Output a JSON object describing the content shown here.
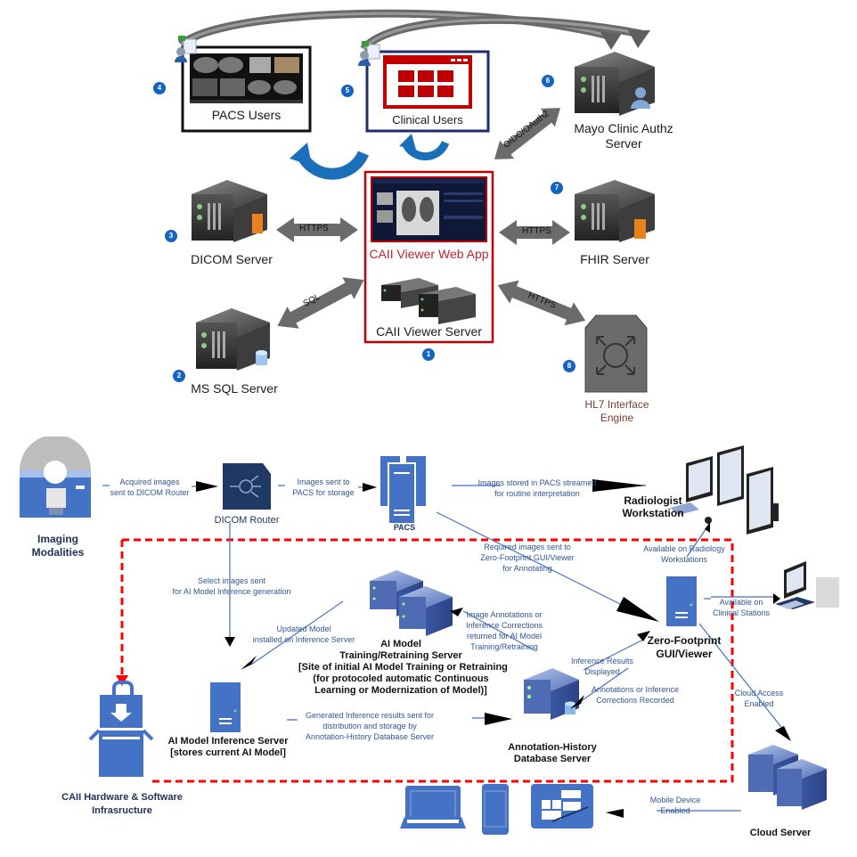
{
  "top_diagram": {
    "nodes": {
      "caii_viewer_web_app": "CAII Viewer Web App",
      "caii_viewer_server": "CAII Viewer Server",
      "ms_sql_server": "MS SQL Server",
      "dicom_server": "DICOM Server",
      "pacs_users": "PACS Users",
      "clinical_users": "Clinical Users",
      "mayo_authz_line1": "Mayo Clinic Authz",
      "mayo_authz_line2": "Server",
      "fhir_server": "FHIR Server",
      "hl7_line1": "HL7 Interface",
      "hl7_line2": "Engine"
    },
    "badges": [
      "1",
      "2",
      "3",
      "4",
      "5",
      "6",
      "7",
      "8"
    ],
    "connections": {
      "dicom": "HTTPS",
      "sql": "SQL",
      "authz": "OIDC/OAuth2",
      "fhir": "HTTPS",
      "hl7": "HTTPS"
    },
    "colors": {
      "highlight_red": "#c00000",
      "navy": "#1f2d6e",
      "cycle_blue": "#1a6fba",
      "arrow_gray": "#6b6b6b",
      "badge_blue": "#1565c0"
    }
  },
  "bottom_diagram": {
    "nodes": {
      "imaging_line1": "Imaging",
      "imaging_line2": "Modalities",
      "dicom_router": "DICOM Router",
      "pacs": "PACS",
      "radiologist_line1": "Radiologist",
      "radiologist_line2": "Workstation",
      "ai_training": [
        "AI Model",
        "Training/Retraining Server",
        "[Site of initial AI Model Training or Retraining",
        "(for protocoled automatic Continuous",
        "Learning or Modernization of Model)]"
      ],
      "ai_inference": [
        "AI Model Inference Server",
        "[stores current AI Model]"
      ],
      "zero_footprint": [
        "Zero-Footprint",
        "GUI/Viewer"
      ],
      "annotation_db": [
        "Annotation-History",
        "Database Server"
      ],
      "caii_infra": [
        "CAII Hardware & Software",
        "Infrasructure"
      ],
      "cloud_server": "Cloud Server"
    },
    "edges": {
      "acquired": [
        "Acquired images",
        "sent to DICOM Router"
      ],
      "to_pacs": [
        "Images sent to",
        "PACS for storage"
      ],
      "streamed": [
        "Images stored in PACS streamed",
        "for routine interpretation"
      ],
      "required": [
        "Required images sent to",
        "Zero-Footprint GUI/Viewer",
        "for Annotating"
      ],
      "radiology_ws": [
        "Available on Radiology",
        "Workstations"
      ],
      "clinical_st": [
        "Available on",
        "Clinical Stations"
      ],
      "select": [
        "Select images sent",
        "for AI Model Inference generation"
      ],
      "updated": [
        "Updated Model",
        "installed on Inference Server"
      ],
      "annotations_returned": [
        "Image Annotations or",
        "Inference Corrections",
        "returned for AI Model",
        "Training/Retraining"
      ],
      "inference_displayed": [
        "Inference Results",
        "Displayed"
      ],
      "corrections_recorded": [
        "Annotations or Inference",
        "Corrections Recorded"
      ],
      "generated": [
        "Generated Inference results sent for",
        "distribution and storage by",
        "Annotation-History Database Server"
      ],
      "cloud_access": [
        "Cloud Access",
        "Enabled"
      ],
      "mobile": [
        "Mobile Device",
        "Enabled"
      ]
    },
    "colors": {
      "icon_blue": "#4472c4",
      "dark_navy": "#1f3864",
      "boundary_red": "#ff0000",
      "note_blue": "#2f5597"
    }
  }
}
